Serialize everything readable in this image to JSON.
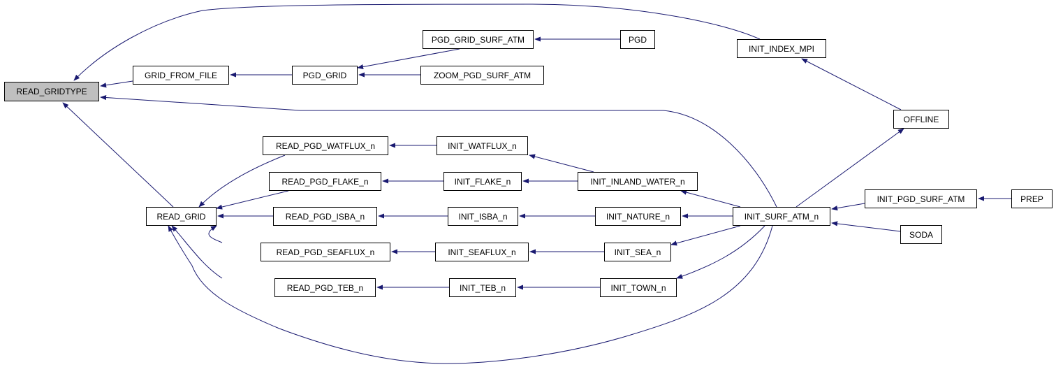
{
  "diagram": {
    "type": "call-graph",
    "edge_color": "#191970",
    "root_fill": "#bfbfbf",
    "nodes": {
      "READ_GRIDTYPE": "READ_GRIDTYPE",
      "GRID_FROM_FILE": "GRID_FROM_FILE",
      "PGD_GRID": "PGD_GRID",
      "PGD_GRID_SURF_ATM": "PGD_GRID_SURF_ATM",
      "PGD": "PGD",
      "ZOOM_PGD_SURF_ATM": "ZOOM_PGD_SURF_ATM",
      "INIT_INDEX_MPI": "INIT_INDEX_MPI",
      "OFFLINE": "OFFLINE",
      "READ_GRID": "READ_GRID",
      "READ_PGD_WATFLUX_n": "READ_PGD_WATFLUX_n",
      "INIT_WATFLUX_n": "INIT_WATFLUX_n",
      "READ_PGD_FLAKE_n": "READ_PGD_FLAKE_n",
      "INIT_FLAKE_n": "INIT_FLAKE_n",
      "INIT_INLAND_WATER_n": "INIT_INLAND_WATER_n",
      "READ_PGD_ISBA_n": "READ_PGD_ISBA_n",
      "INIT_ISBA_n": "INIT_ISBA_n",
      "INIT_NATURE_n": "INIT_NATURE_n",
      "INIT_SURF_ATM_n": "INIT_SURF_ATM_n",
      "INIT_PGD_SURF_ATM": "INIT_PGD_SURF_ATM",
      "PREP": "PREP",
      "SODA": "SODA",
      "READ_PGD_SEAFLUX_n": "READ_PGD_SEAFLUX_n",
      "INIT_SEAFLUX_n": "INIT_SEAFLUX_n",
      "INIT_SEA_n": "INIT_SEA_n",
      "READ_PGD_TEB_n": "READ_PGD_TEB_n",
      "INIT_TEB_n": "INIT_TEB_n",
      "INIT_TOWN_n": "INIT_TOWN_n"
    },
    "edges": [
      {
        "from": "GRID_FROM_FILE",
        "to": "READ_GRIDTYPE"
      },
      {
        "from": "INIT_INDEX_MPI",
        "to": "READ_GRIDTYPE"
      },
      {
        "from": "INIT_SURF_ATM_n",
        "to": "READ_GRIDTYPE"
      },
      {
        "from": "READ_GRID",
        "to": "READ_GRIDTYPE"
      },
      {
        "from": "PGD_GRID",
        "to": "GRID_FROM_FILE"
      },
      {
        "from": "PGD_GRID_SURF_ATM",
        "to": "PGD_GRID"
      },
      {
        "from": "ZOOM_PGD_SURF_ATM",
        "to": "PGD_GRID"
      },
      {
        "from": "PGD",
        "to": "PGD_GRID_SURF_ATM"
      },
      {
        "from": "OFFLINE",
        "to": "INIT_INDEX_MPI"
      },
      {
        "from": "INIT_SURF_ATM_n",
        "to": "OFFLINE"
      },
      {
        "from": "READ_PGD_WATFLUX_n",
        "to": "READ_GRID"
      },
      {
        "from": "READ_PGD_FLAKE_n",
        "to": "READ_GRID"
      },
      {
        "from": "READ_PGD_ISBA_n",
        "to": "READ_GRID"
      },
      {
        "from": "READ_PGD_SEAFLUX_n",
        "to": "READ_GRID"
      },
      {
        "from": "READ_PGD_TEB_n",
        "to": "READ_GRID"
      },
      {
        "from": "INIT_SURF_ATM_n",
        "to": "READ_GRID"
      },
      {
        "from": "INIT_WATFLUX_n",
        "to": "READ_PGD_WATFLUX_n"
      },
      {
        "from": "INIT_FLAKE_n",
        "to": "READ_PGD_FLAKE_n"
      },
      {
        "from": "INIT_ISBA_n",
        "to": "READ_PGD_ISBA_n"
      },
      {
        "from": "INIT_SEAFLUX_n",
        "to": "READ_PGD_SEAFLUX_n"
      },
      {
        "from": "INIT_TEB_n",
        "to": "READ_PGD_TEB_n"
      },
      {
        "from": "INIT_INLAND_WATER_n",
        "to": "INIT_WATFLUX_n"
      },
      {
        "from": "INIT_INLAND_WATER_n",
        "to": "INIT_FLAKE_n"
      },
      {
        "from": "INIT_NATURE_n",
        "to": "INIT_ISBA_n"
      },
      {
        "from": "INIT_SEA_n",
        "to": "INIT_SEAFLUX_n"
      },
      {
        "from": "INIT_TOWN_n",
        "to": "INIT_TEB_n"
      },
      {
        "from": "INIT_SURF_ATM_n",
        "to": "INIT_INLAND_WATER_n"
      },
      {
        "from": "INIT_SURF_ATM_n",
        "to": "INIT_NATURE_n"
      },
      {
        "from": "INIT_SURF_ATM_n",
        "to": "INIT_SEA_n"
      },
      {
        "from": "INIT_SURF_ATM_n",
        "to": "INIT_TOWN_n"
      },
      {
        "from": "INIT_PGD_SURF_ATM",
        "to": "INIT_SURF_ATM_n"
      },
      {
        "from": "SODA",
        "to": "INIT_SURF_ATM_n"
      },
      {
        "from": "PREP",
        "to": "INIT_PGD_SURF_ATM"
      }
    ]
  }
}
